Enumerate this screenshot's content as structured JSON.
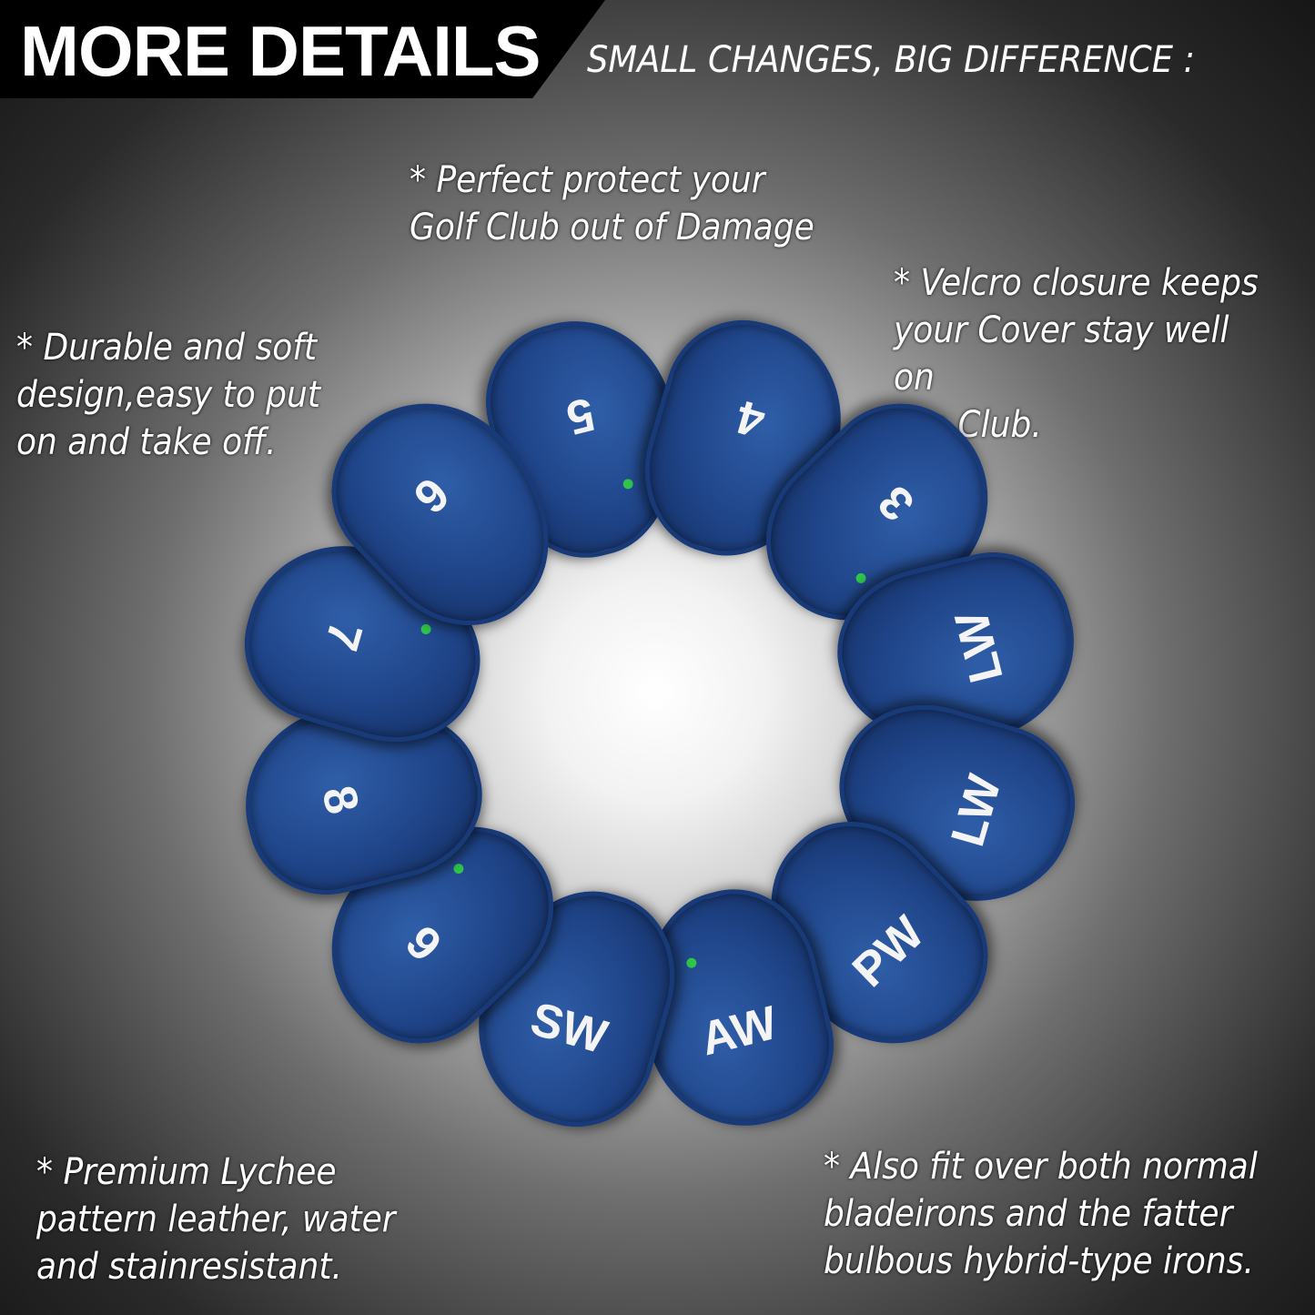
{
  "header": {
    "title": "MORE DETAILS",
    "subtitle": "SMALL CHANGES, BIG DIFFERENCE :"
  },
  "notes": {
    "top": "* Perfect protect your\nGolf Club out of Damage",
    "top_right": "* Velcro closure keeps\nyour Cover stay well on\nthe Club.",
    "top_left": " * Durable and soft\ndesign,easy to put\non and take off.",
    "bottom_left": "* Premium Lychee\npattern leather, water\nand stainresistant.",
    "bottom_right": "* Also fit over both normal\nbladeirons and the fatter\nbulbous hybrid-type irons."
  },
  "covers": [
    {
      "label": "5",
      "dot": true
    },
    {
      "label": "4",
      "dot": false
    },
    {
      "label": "3",
      "dot": true
    },
    {
      "label": "LW",
      "dot": false
    },
    {
      "label": "LW",
      "dot": false
    },
    {
      "label": "PW",
      "dot": false
    },
    {
      "label": "AW",
      "dot": true
    },
    {
      "label": "SW",
      "dot": false
    },
    {
      "label": "9",
      "dot": true
    },
    {
      "label": "8",
      "dot": false
    },
    {
      "label": "7",
      "dot": true
    },
    {
      "label": "6",
      "dot": false
    }
  ],
  "colors": {
    "cover": "#1f4488",
    "dot": "#2fc74a",
    "banner": "#000000"
  }
}
